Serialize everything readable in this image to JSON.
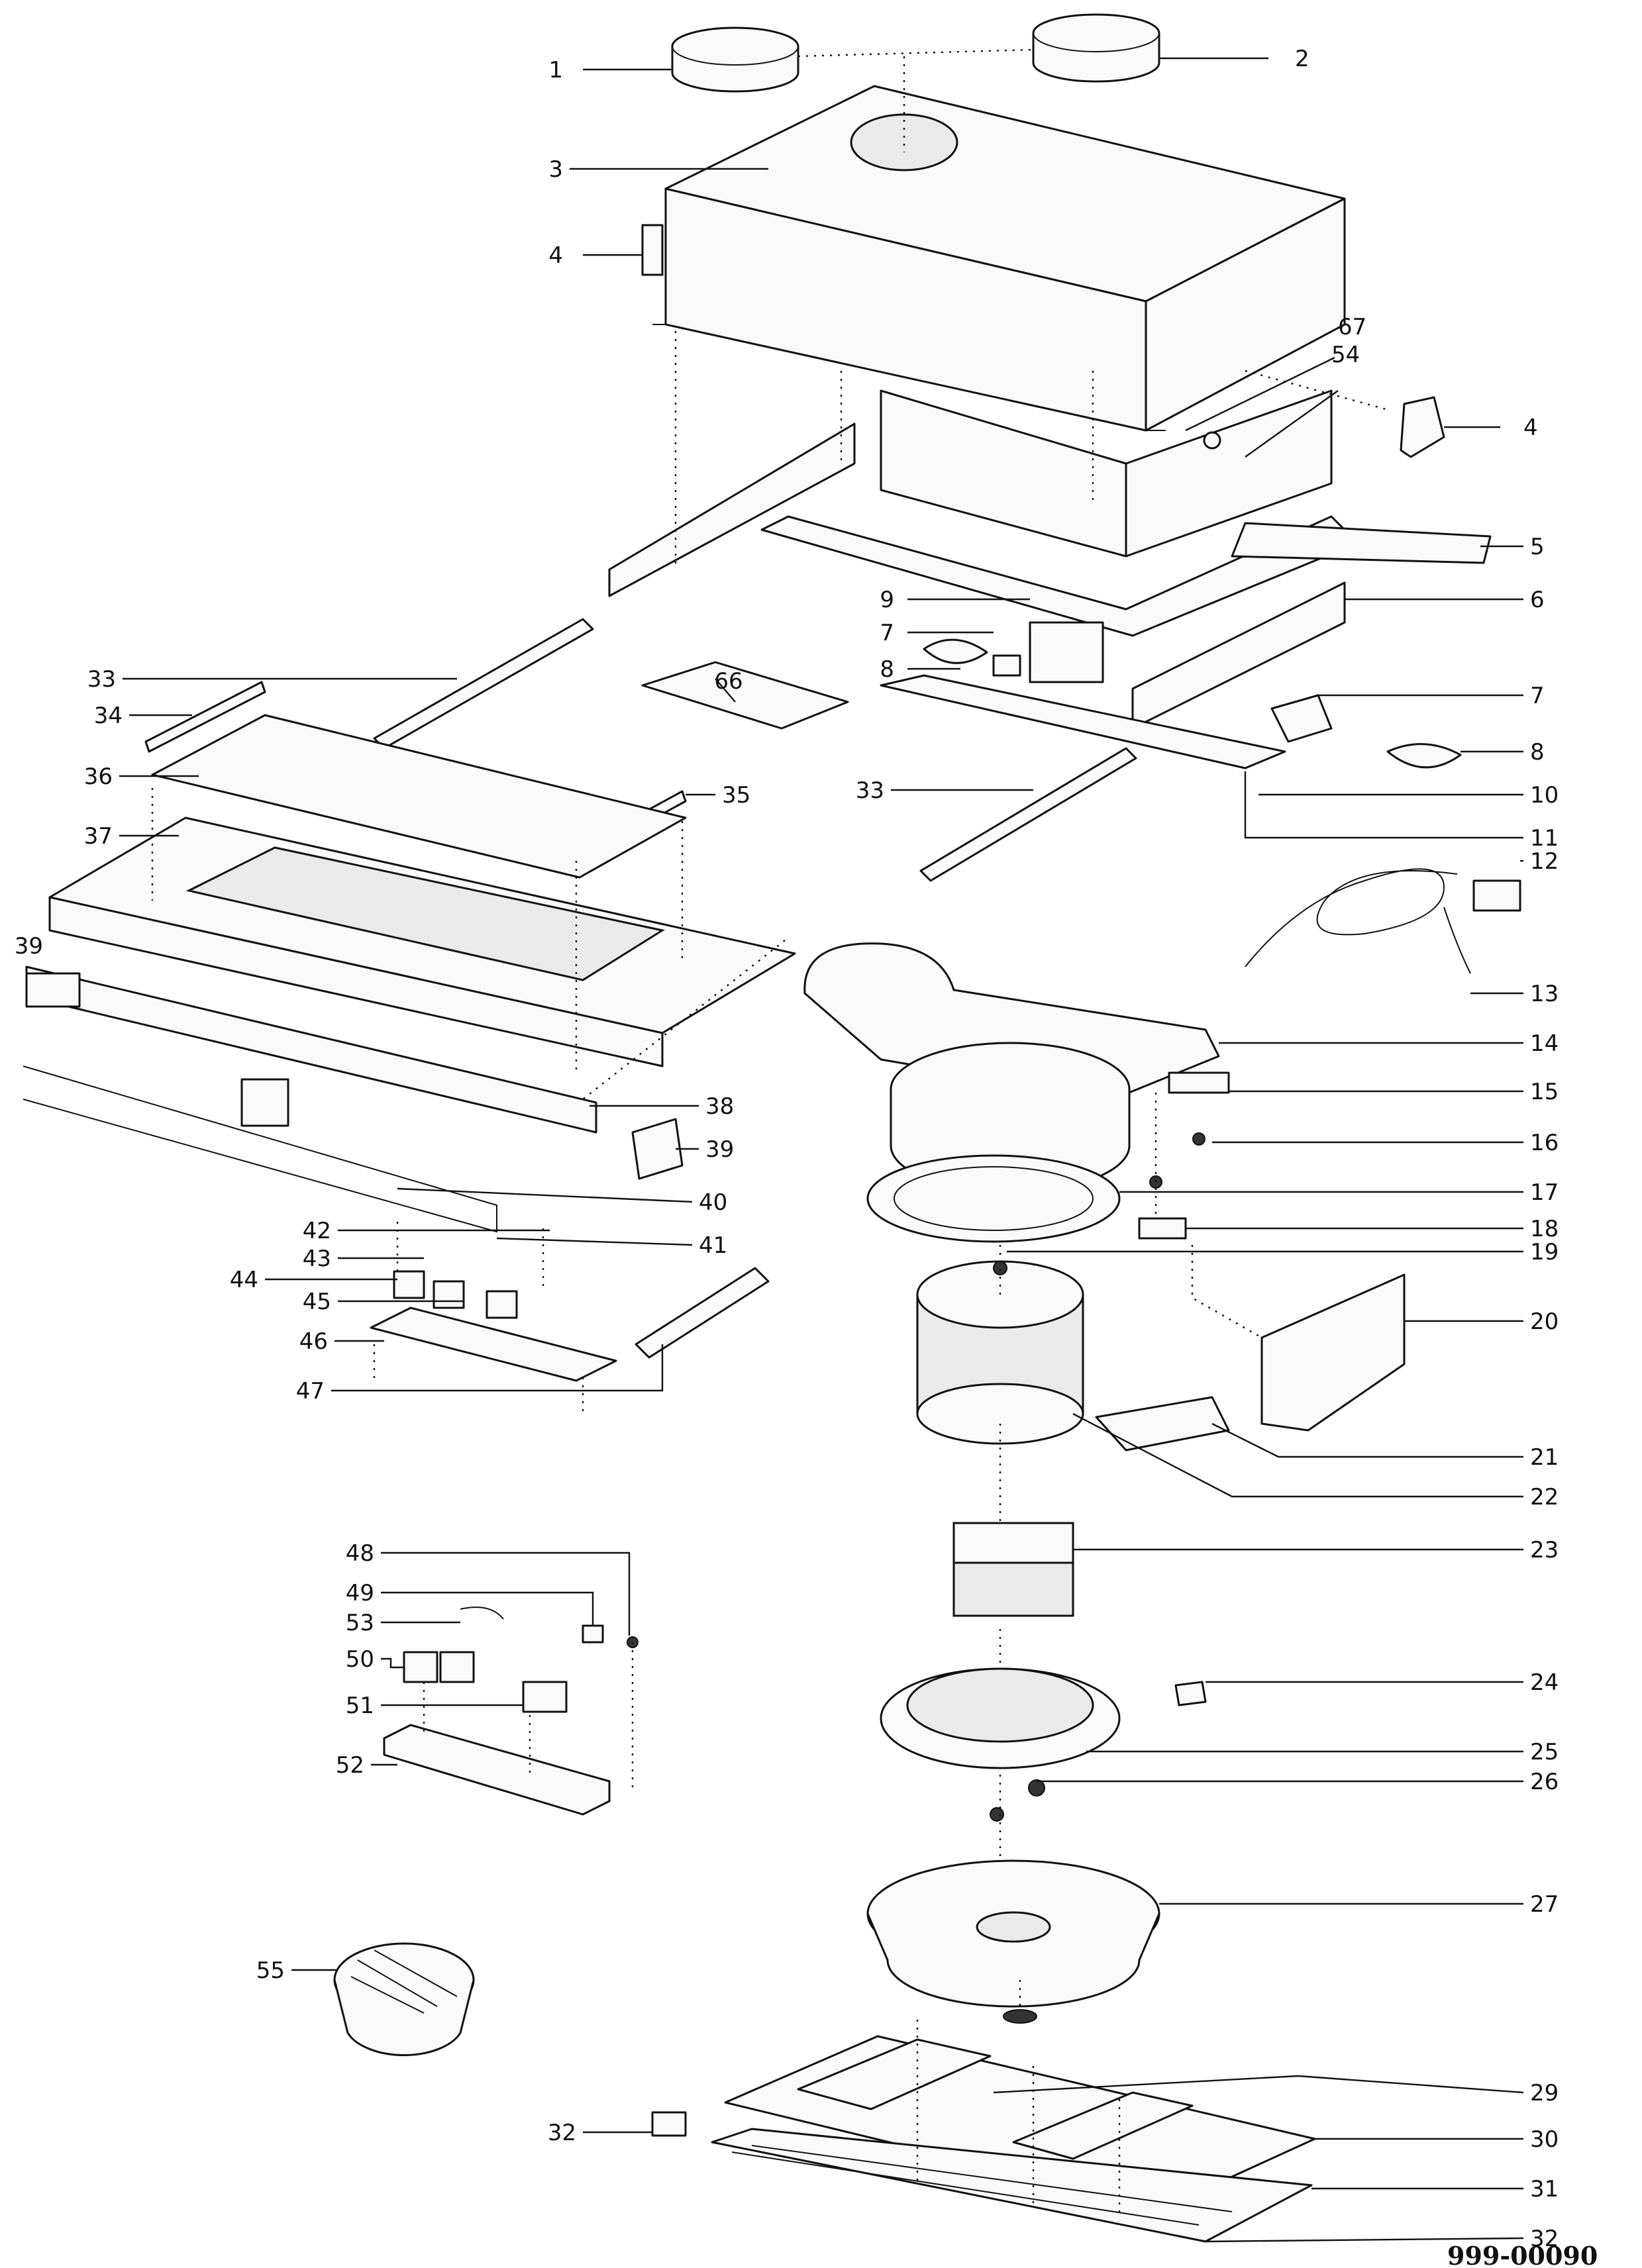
{
  "drawing_code": "999-00090",
  "part_labels": [
    "1",
    "2",
    "3",
    "4",
    "4",
    "5",
    "6",
    "7",
    "7",
    "8",
    "8",
    "9",
    "10",
    "11",
    "12",
    "13",
    "14",
    "15",
    "16",
    "17",
    "18",
    "19",
    "20",
    "21",
    "22",
    "23",
    "24",
    "25",
    "26",
    "27",
    "29",
    "30",
    "31",
    "32",
    "32",
    "33",
    "33",
    "34",
    "35",
    "36",
    "37",
    "38",
    "39",
    "39",
    "40",
    "41",
    "42",
    "43",
    "44",
    "45",
    "46",
    "47",
    "48",
    "49",
    "50",
    "51",
    "52",
    "53",
    "54",
    "55",
    "66",
    "67"
  ]
}
